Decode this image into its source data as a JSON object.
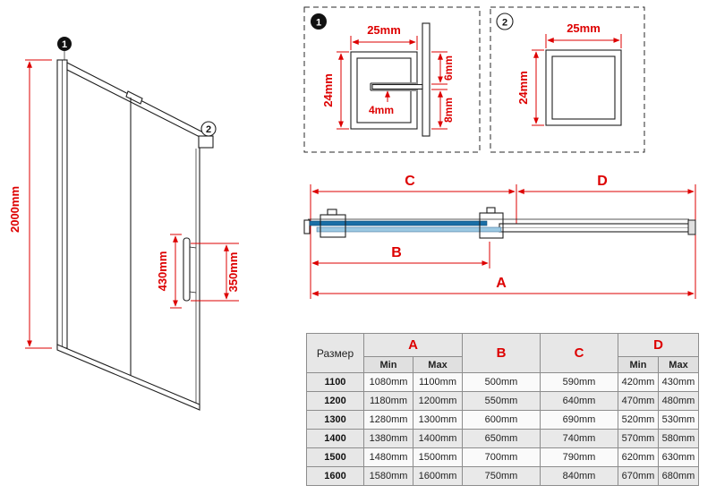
{
  "colors": {
    "dimension_red": "#dd0000",
    "glass_dark_blue": "#1a6ea6",
    "glass_light_blue": "#9cc9e2"
  },
  "door_view": {
    "marker1": "1",
    "marker2": "2",
    "height": "2000mm",
    "handle_dim_outer": "430mm",
    "handle_dim_inner": "350mm"
  },
  "detail1": {
    "marker": "1",
    "width": "25mm",
    "height": "24mm",
    "slot": "4mm",
    "top_gap": "6mm",
    "bottom_gap": "8mm"
  },
  "detail2": {
    "marker": "2",
    "width": "25mm",
    "height": "24mm"
  },
  "section": {
    "dim_a": "A",
    "dim_b": "B",
    "dim_c": "C",
    "dim_d": "D"
  },
  "table": {
    "size_header": "Размер",
    "col_a": "A",
    "col_b": "B",
    "col_c": "C",
    "col_d": "D",
    "min_label": "Min",
    "max_label": "Max",
    "rows": [
      {
        "size": "1100",
        "a_min": "1080mm",
        "a_max": "1100mm",
        "b": "500mm",
        "c": "590mm",
        "d_min": "420mm",
        "d_max": "430mm"
      },
      {
        "size": "1200",
        "a_min": "1180mm",
        "a_max": "1200mm",
        "b": "550mm",
        "c": "640mm",
        "d_min": "470mm",
        "d_max": "480mm"
      },
      {
        "size": "1300",
        "a_min": "1280mm",
        "a_max": "1300mm",
        "b": "600mm",
        "c": "690mm",
        "d_min": "520mm",
        "d_max": "530mm"
      },
      {
        "size": "1400",
        "a_min": "1380mm",
        "a_max": "1400mm",
        "b": "650mm",
        "c": "740mm",
        "d_min": "570mm",
        "d_max": "580mm"
      },
      {
        "size": "1500",
        "a_min": "1480mm",
        "a_max": "1500mm",
        "b": "700mm",
        "c": "790mm",
        "d_min": "620mm",
        "d_max": "630mm"
      },
      {
        "size": "1600",
        "a_min": "1580mm",
        "a_max": "1600mm",
        "b": "750mm",
        "c": "840mm",
        "d_min": "670mm",
        "d_max": "680mm"
      }
    ]
  }
}
